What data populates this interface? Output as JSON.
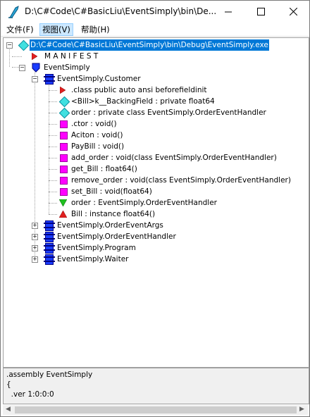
{
  "window": {
    "title": "D:\\C#Code\\C#BasicLiu\\EventSimply\\bin\\De...",
    "minimize_icon": "minimize-icon",
    "maximize_icon": "maximize-icon",
    "close_icon": "close-icon"
  },
  "menu": {
    "file": "文件(F)",
    "view": "视图(V)",
    "help": "帮助(H)"
  },
  "tree": {
    "root": "D:\\C#Code\\C#BasicLiu\\EventSimply\\bin\\Debug\\EventSimply.exe",
    "manifest": "M A N I F E S T",
    "namespace": "EventSimply",
    "customer": {
      "label": "EventSimply.Customer",
      "members": [
        ".class public auto ansi beforefieldinit",
        "<Bill>k__BackingField : private float64",
        "order : private class EventSimply.OrderEventHandler",
        ".ctor : void()",
        "Aciton : void()",
        "PayBill : void()",
        "add_order : void(class EventSimply.OrderEventHandler)",
        "get_Bill : float64()",
        "remove_order : void(class EventSimply.OrderEventHandler)",
        "set_Bill : void(float64)",
        "order : EventSimply.OrderEventHandler",
        "Bill : instance float64()"
      ]
    },
    "other_classes": [
      "EventSimply.OrderEventArgs",
      "EventSimply.OrderEventHandler",
      "EventSimply.Program",
      "EventSimply.Waiter"
    ]
  },
  "detail": {
    "lines": [
      ".assembly EventSimply",
      "{",
      "  .ver 1:0:0:0"
    ]
  },
  "colors": {
    "selection": "#0078d7",
    "method": "#ff00ff",
    "field": "#40e0e0",
    "class": "#1a3cff",
    "event": "#20c020",
    "property": "#e02020"
  }
}
